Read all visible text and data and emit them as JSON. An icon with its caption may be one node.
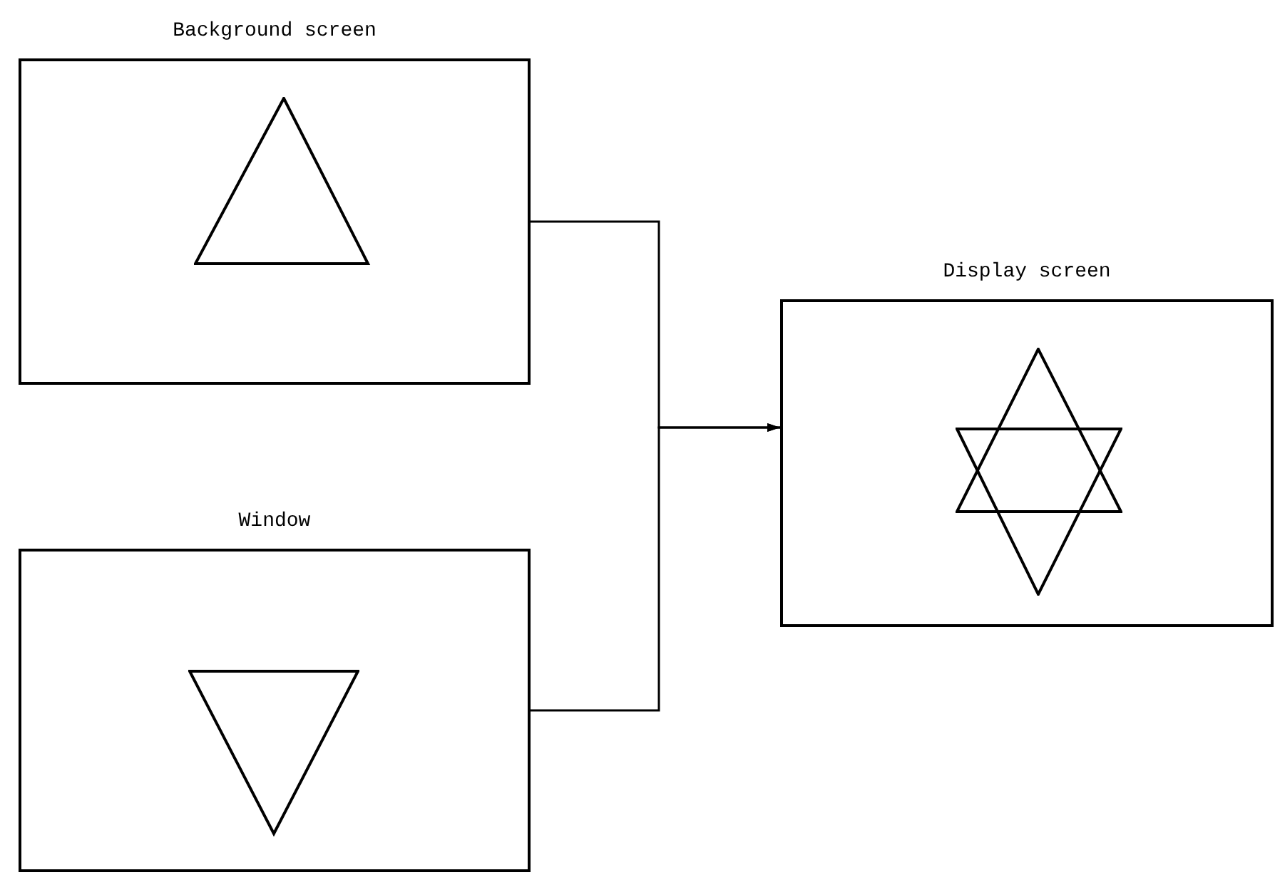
{
  "diagram": {
    "nodes": [
      {
        "text": [
          "Background screen"
        ]
      },
      {
        "text": [
          "Window"
        ]
      },
      {
        "text": [
          "Display screen"
        ]
      }
    ],
    "edges": [
      {
        "from": 0,
        "to": 2,
        "arrow": "to"
      },
      {
        "from": 1,
        "to": 2,
        "arrow": "to"
      }
    ]
  }
}
